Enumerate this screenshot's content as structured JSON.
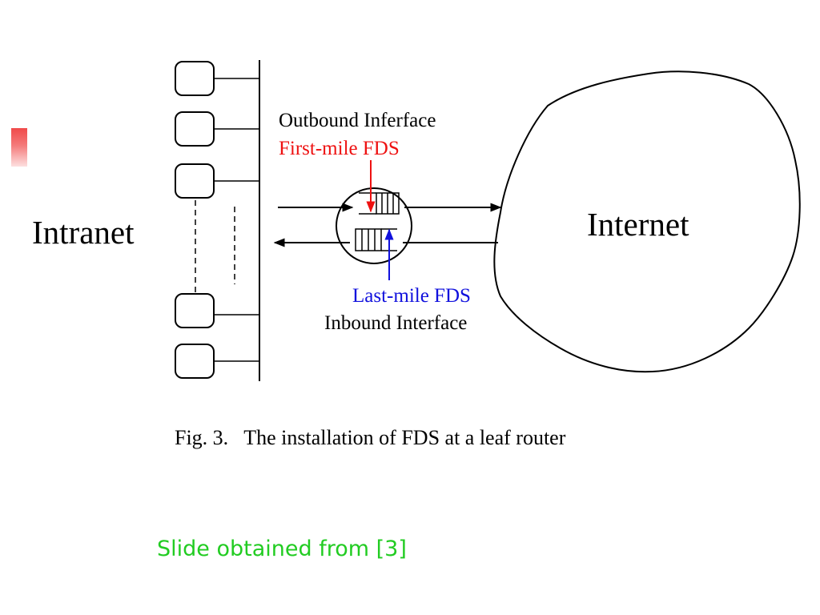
{
  "diagram": {
    "intranet_label": "Intranet",
    "internet_label": "Internet",
    "outbound_label": "Outbound Inferface",
    "first_mile_label": "First-mile FDS",
    "last_mile_label": "Last-mile FDS",
    "inbound_label": "Inbound Interface",
    "caption": "Fig. 3.   The installation of FDS at a leaf router",
    "colors": {
      "first_mile": "#ee1111",
      "last_mile": "#1111dd",
      "line": "#000000"
    }
  },
  "credit": {
    "text": "Slide obtained from [3]",
    "color": "#22cc22"
  }
}
